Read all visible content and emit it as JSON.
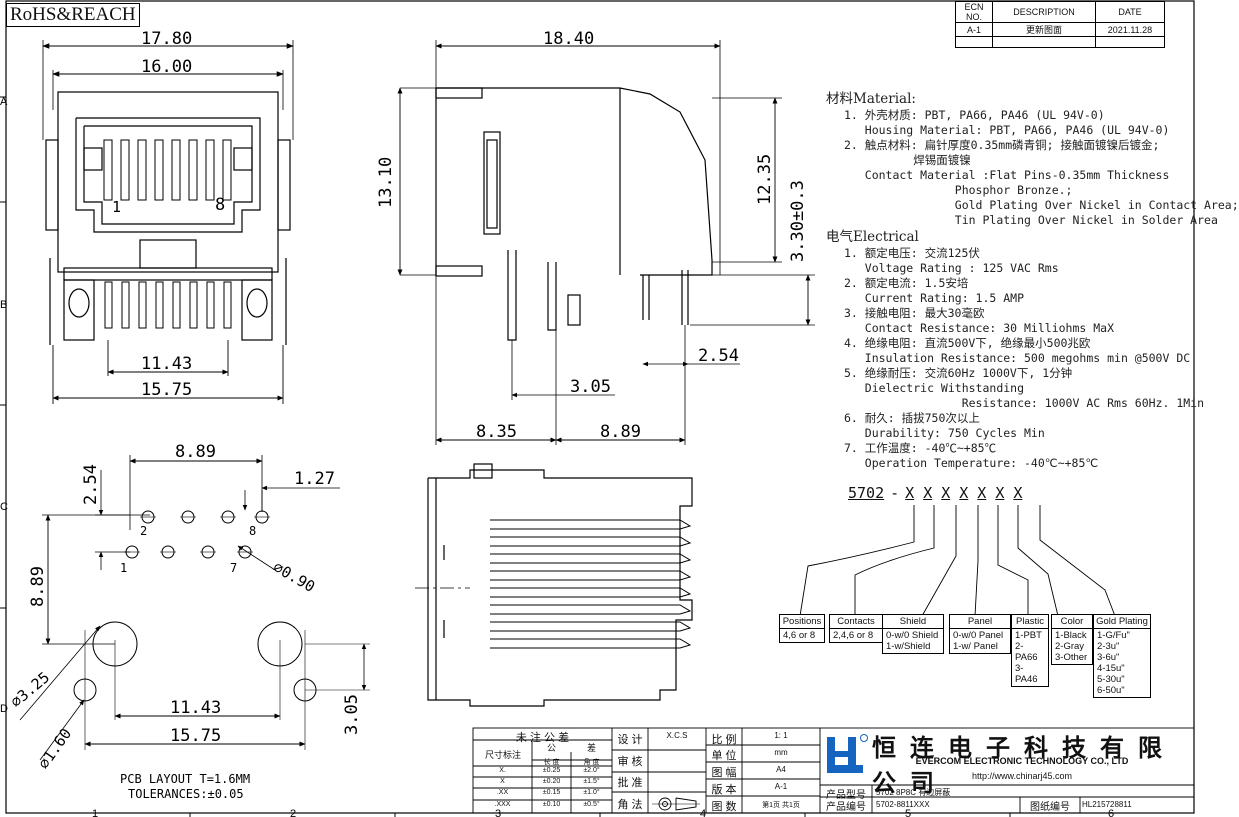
{
  "badge": "RoHS&REACH",
  "ecn": {
    "headers": [
      "ECN NO.",
      "DESCRIPTION",
      "DATE"
    ],
    "rows": [
      [
        "A-1",
        "更新图面",
        "2021.11.28"
      ],
      [
        "",
        "",
        ""
      ]
    ]
  },
  "dims": {
    "front_width_overall": "17.80",
    "front_width_inner": "16.00",
    "front_pin_span": "11.43",
    "front_base_width": "15.75",
    "pin_label_1": "1",
    "pin_label_8": "8",
    "side_length": "18.40",
    "side_height": "13.10",
    "side_height_inner": "12.35",
    "side_tail": "3.30±0.3",
    "side_pitch": "2.54",
    "side_offset": "3.05",
    "side_left": "8.35",
    "side_right": "8.89",
    "pcb_span": "8.89",
    "pcb_row": "2.54",
    "pcb_pitch": "1.27",
    "pcb_height": "8.89",
    "pcb_hole": "∅0.90",
    "pcb_post": "∅3.25",
    "pcb_pin_hole": "∅1.60",
    "pcb_post_span": "11.43",
    "pcb_base": "15.75",
    "pcb_side": "3.05",
    "pcb_lbl_1": "1",
    "pcb_lbl_2": "2",
    "pcb_lbl_7": "7",
    "pcb_lbl_8": "8",
    "pcb_layout": "PCB LAYOUT T=1.6MM",
    "tolerances": "TOLERANCES:±0.05"
  },
  "spec": {
    "material_title": "材料Material:",
    "material": [
      "1. 外壳材质: PBT, PA66, PA46 (UL 94V-0)",
      "   Housing Material: PBT, PA66, PA46 (UL 94V-0)",
      "2. 触点材料: 扁针厚度0.35mm磷青铜; 接触面镀镍后镀金;",
      "          焊锡面镀镍",
      "   Contact Material :Flat Pins-0.35mm Thickness",
      "                Phosphor Bronze.;",
      "                Gold Plating Over Nickel in Contact Area;",
      "                Tin Plating Over Nickel in Solder Area"
    ],
    "electrical_title": "电气Electrical",
    "electrical": [
      "1. 额定电压: 交流125伏",
      "   Voltage Rating : 125 VAC Rms",
      "2. 额定电流: 1.5安培",
      "   Current Rating: 1.5 AMP",
      "3. 接触电阻: 最大30毫欧",
      "   Contact Resistance: 30 Milliohms MaX",
      "4. 绝缘电阻: 直流500V下, 绝缘最小500兆欧",
      "   Insulation Resistance: 500 megohms min @500V DC",
      "5. 绝缘耐压: 交流60Hz 1000V下, 1分钟",
      "   Dielectric Withstanding",
      "                 Resistance: 1000V AC Rms 60Hz. 1Min",
      "6. 耐久: 插拔750次以上",
      "   Durability: 750 Cycles Min",
      "7. 工作温度: -40℃~+85℃",
      "   Operation Temperature: -40℃~+85℃"
    ]
  },
  "part_number": {
    "prefix": "5702",
    "dash": "-",
    "slots": [
      "X",
      "X",
      "X",
      "X",
      "X",
      "X",
      "X"
    ]
  },
  "options": [
    {
      "title": "Positions",
      "body": [
        "4,6 or 8"
      ]
    },
    {
      "title": "Contacts",
      "body": [
        "2,4,6 or 8"
      ]
    },
    {
      "title": "Shield",
      "body": [
        "0-w/0 Shield",
        "1-w/Shield"
      ]
    },
    {
      "title": "Panel",
      "body": [
        "0-w/0 Panel",
        "1-w/ Panel"
      ]
    },
    {
      "title": "Plastic",
      "body": [
        "1-PBT",
        "2-PA66",
        "3-PA46"
      ]
    },
    {
      "title": "Color",
      "body": [
        "1-Black",
        "2-Gray",
        "3-Other"
      ]
    },
    {
      "title": "Gold Plating",
      "body": [
        "1-G/Fu\"",
        "2-3u\"",
        "3-6u\"",
        "4-15u\"",
        "5-30u\"",
        "6-50u\""
      ]
    }
  ],
  "title_block": {
    "tol_title": "未 注 公 差",
    "tol_label": "尺寸标注",
    "tol_head_gong": "公",
    "tol_head_cha": "差",
    "tol_head_len": "长 度",
    "tol_head_ang": "角 度",
    "tol_rows": [
      [
        "X.",
        "±0.25",
        "±2.0°"
      ],
      [
        "X",
        "±0.20",
        "±1.5°"
      ],
      [
        ".XX",
        "±0.15",
        "±1.0°"
      ],
      [
        ".XXX",
        "±0.10",
        "±0.5°"
      ]
    ],
    "design": "设 计",
    "design_val": "X.C.S",
    "review": "审 核",
    "approve": "批 准",
    "angle": "角 法",
    "scale": "比 例",
    "scale_val": "1: 1",
    "unit": "单 位",
    "unit_val": "mm",
    "size": "图 幅",
    "size_val": "A4",
    "version": "版 本",
    "version_val": "A-1",
    "sheets": "图 数",
    "sheets_val": "第1页 共1页",
    "company_cn": "恒连电子科技有限公司",
    "company_en": "EVERCOM ELECTRONIC TECHNOLOGY CO., LTD",
    "website": "http://www.chinarj45.com",
    "model_label": "产品型号",
    "model_val": "5702 8P8C 有边屏蔽",
    "code_label": "产品编号",
    "code_val": "5702-8811XXX",
    "drawing_label": "图纸编号",
    "drawing_val": "HL215728811"
  },
  "border_cols": [
    "1",
    "2",
    "3",
    "4",
    "5",
    "6"
  ],
  "border_rows": [
    "A",
    "B",
    "C",
    "D"
  ]
}
